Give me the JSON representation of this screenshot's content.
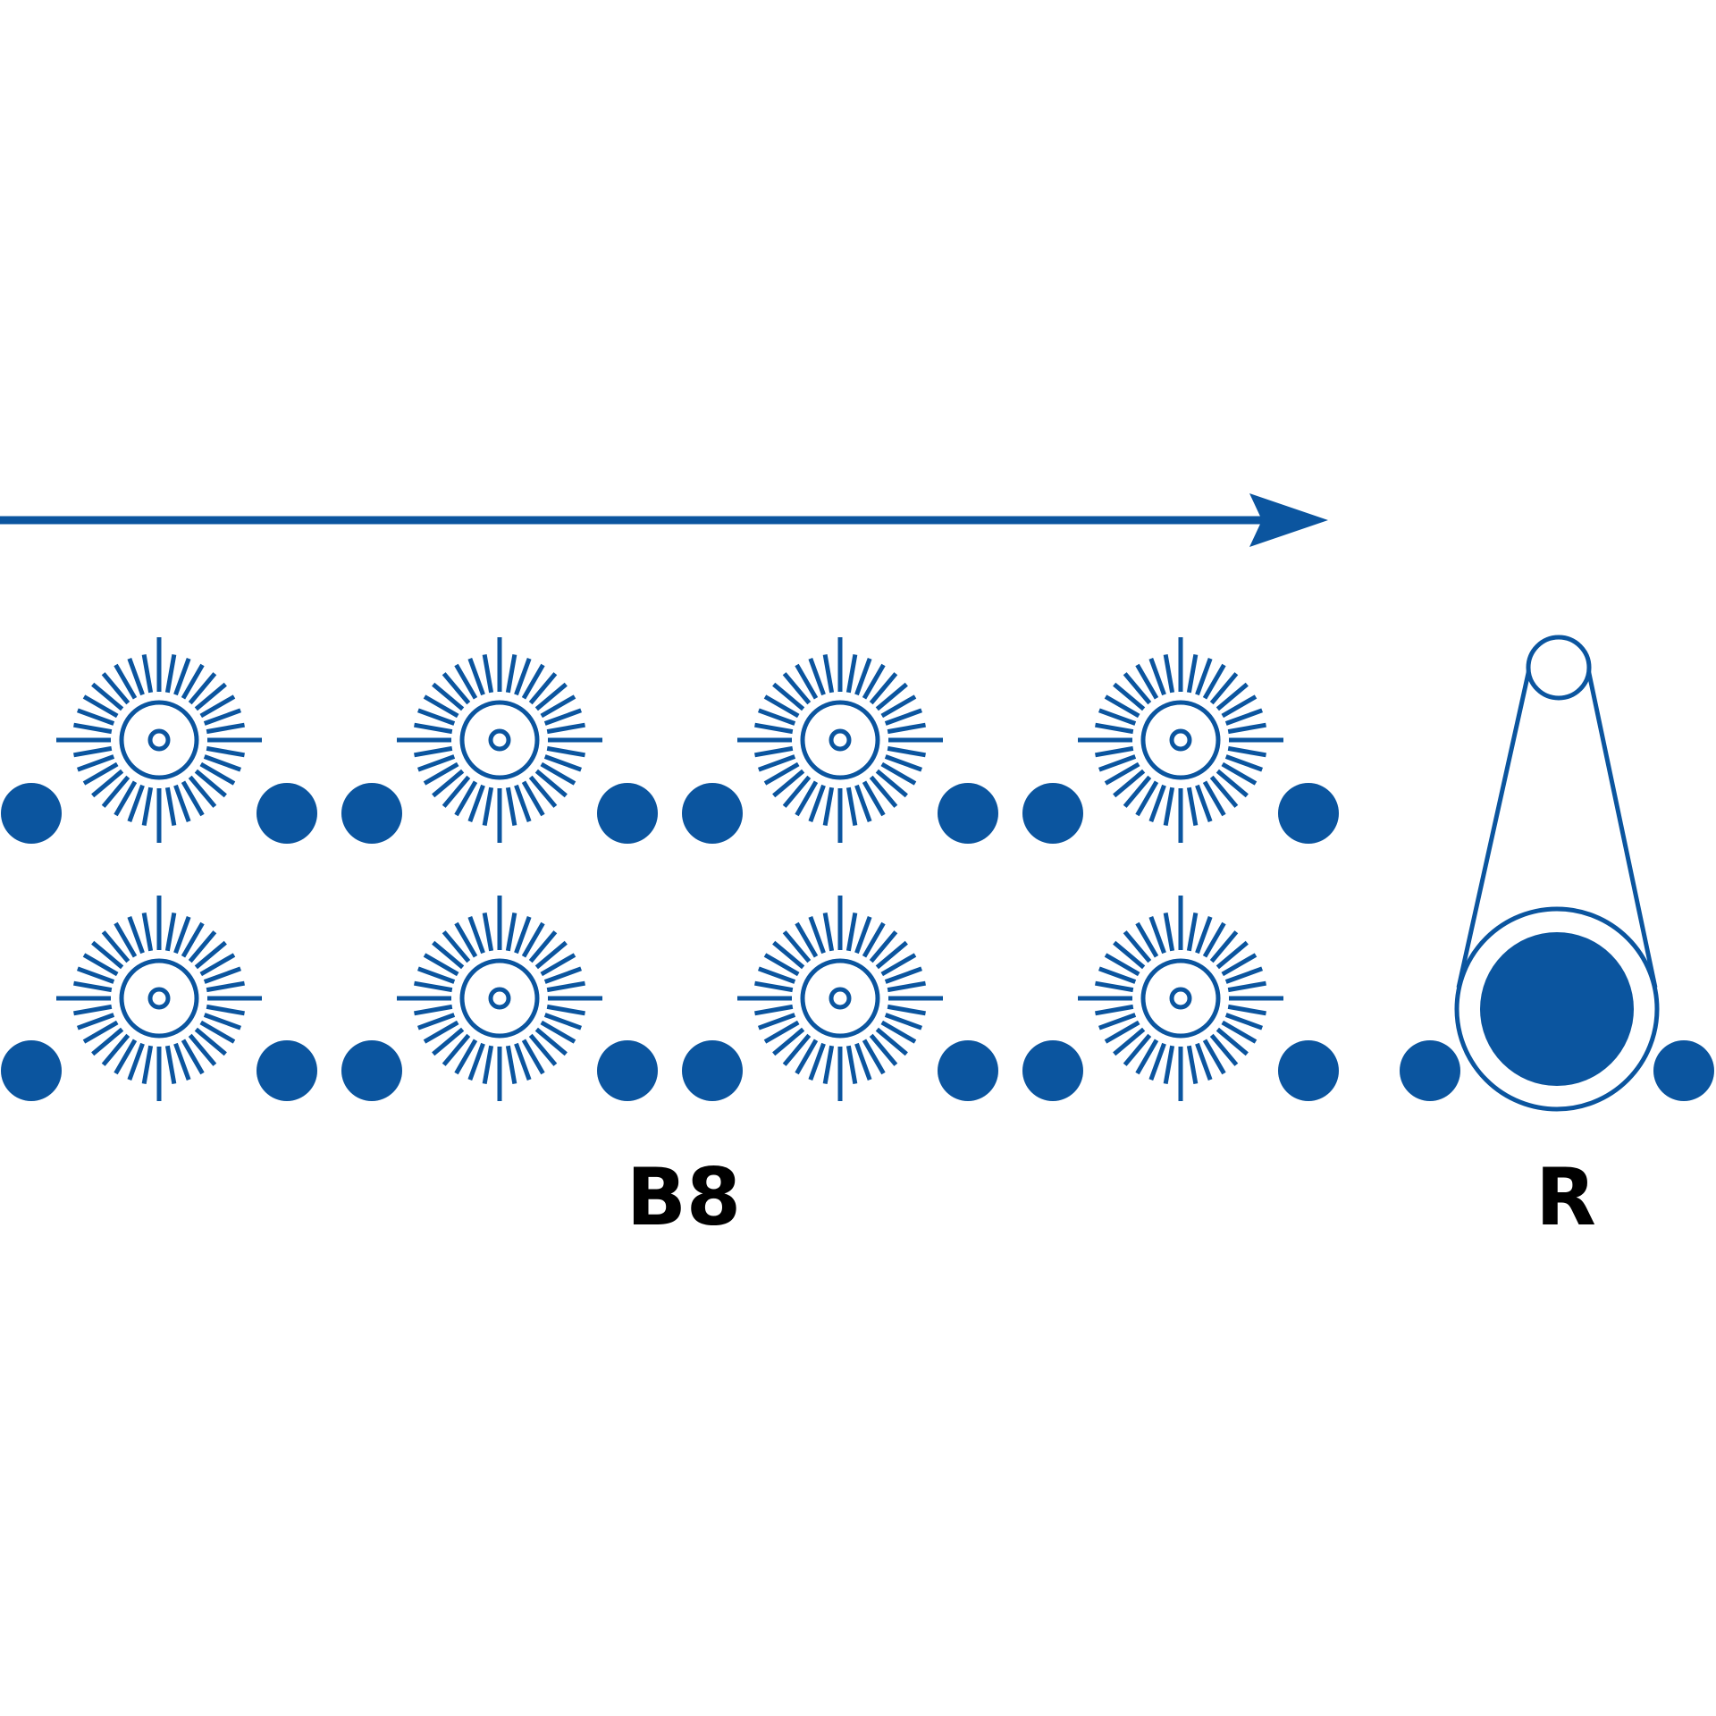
{
  "colors": {
    "primary": "#0b559f",
    "text": "#000000"
  },
  "labels": {
    "group": "B8",
    "single": "R"
  },
  "rows": 2,
  "units_per_row": 4
}
